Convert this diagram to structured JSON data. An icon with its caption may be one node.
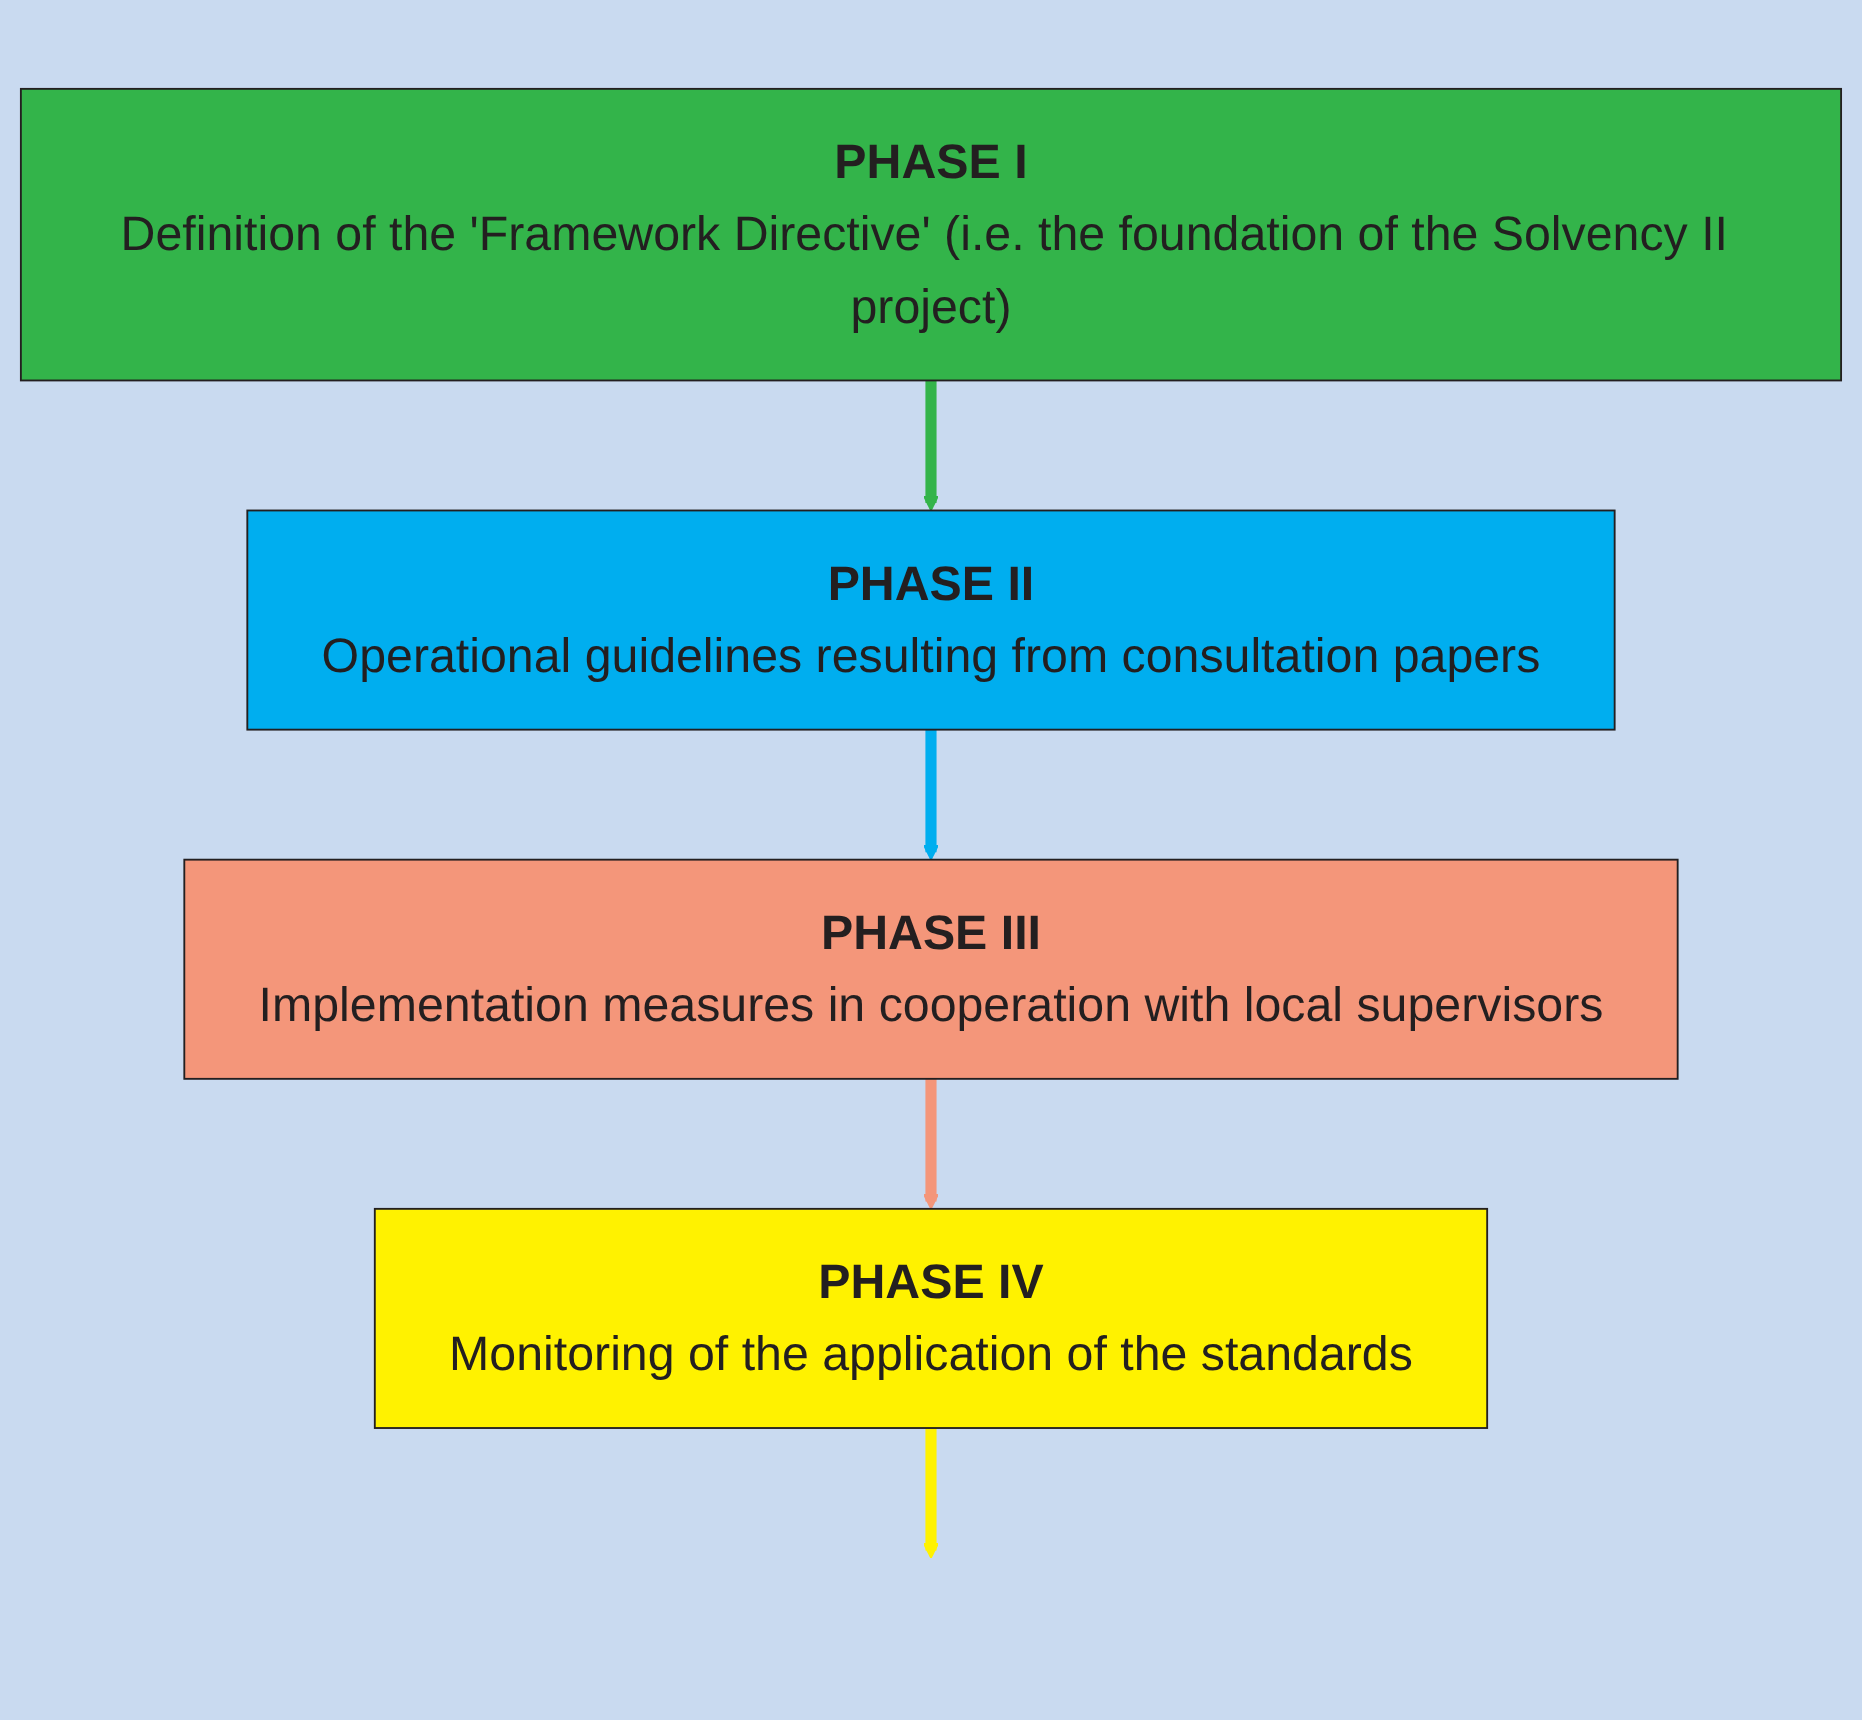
{
  "diagram": {
    "nodes": [
      {
        "text": [
          "PHASE I",
          "Definition of the 'Framework Directive' (i.e. the foundation of the Solvency II project)"
        ]
      },
      {
        "text": [
          "PHASE II",
          "Operational guidelines resulting from consultation papers"
        ]
      },
      {
        "text": [
          "PHASE III",
          "Implementation measures in cooperation with local supervisors"
        ]
      },
      {
        "text": [
          "PHASE IV",
          "Monitoring of the application of the standards"
        ]
      }
    ],
    "edges": [
      {
        "from": 0,
        "to": 1,
        "arrow": "to",
        "color": "#33b44a"
      },
      {
        "from": 1,
        "to": 2,
        "arrow": "to",
        "color": "#00aeef"
      },
      {
        "from": 2,
        "to": 3,
        "arrow": "to",
        "color": "#f4967a"
      },
      {
        "from": 3,
        "to": null,
        "arrow": "to",
        "color": "#fff200"
      }
    ]
  }
}
